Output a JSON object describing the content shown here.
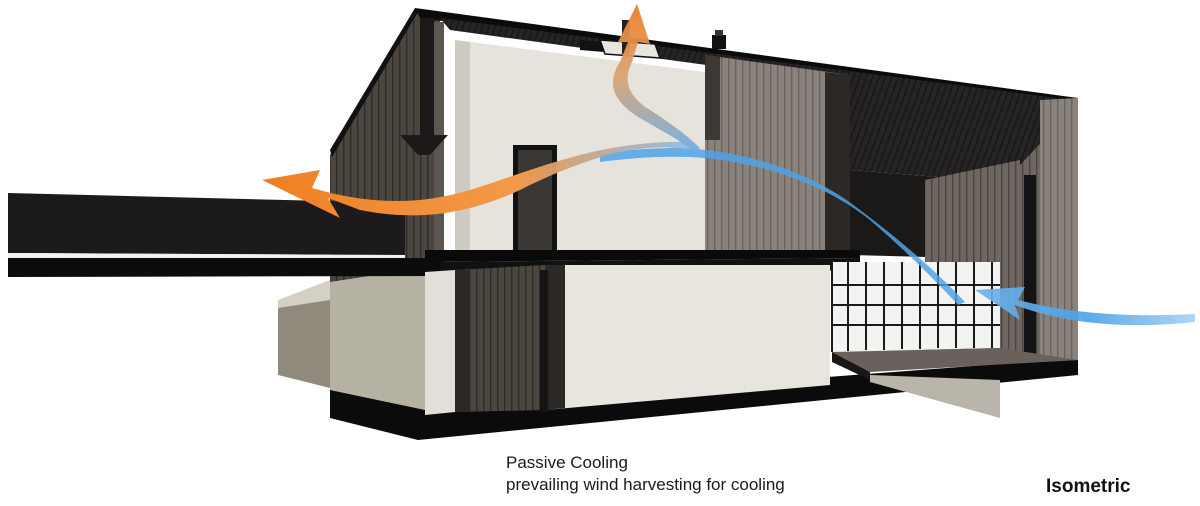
{
  "diagram": {
    "caption_title": "Passive Cooling",
    "caption_subtitle": "prevailing wind harvesting for cooling",
    "view_label": "Isometric"
  },
  "colors": {
    "cool_air": "#4ea3e6",
    "warm_air": "#ef7e22",
    "wall_dark": "#4a4440",
    "wall_mid": "#6f6862",
    "plaster": "#e9e6df",
    "slab": "#0d0d0d",
    "ceiling": "#1e1c1c"
  },
  "icons": {
    "cool_air_flow": "blue-ribbon-arrow",
    "warm_air_flow": "orange-ribbon-arrow",
    "exhaust_flow": "upward-arrow"
  }
}
